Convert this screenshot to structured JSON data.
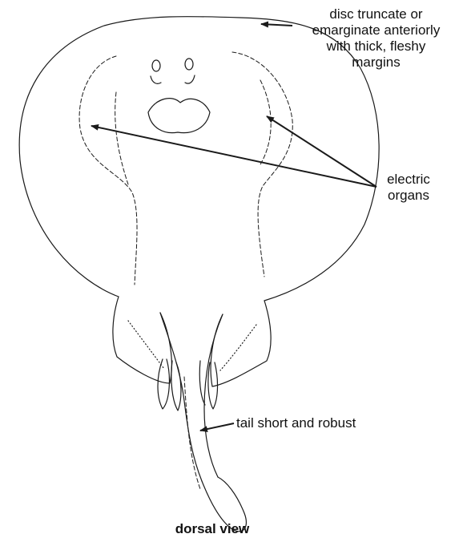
{
  "annotations": {
    "disc": [
      "disc truncate or",
      "emarginate anteriorly",
      "with thick, fleshy",
      "margins"
    ],
    "electric_organs": [
      "electric",
      "organs"
    ],
    "tail": "tail short and robust"
  },
  "caption": "dorsal view",
  "colors": {
    "line": "#1a1a1a",
    "text": "#111111",
    "background": "#ffffff"
  }
}
